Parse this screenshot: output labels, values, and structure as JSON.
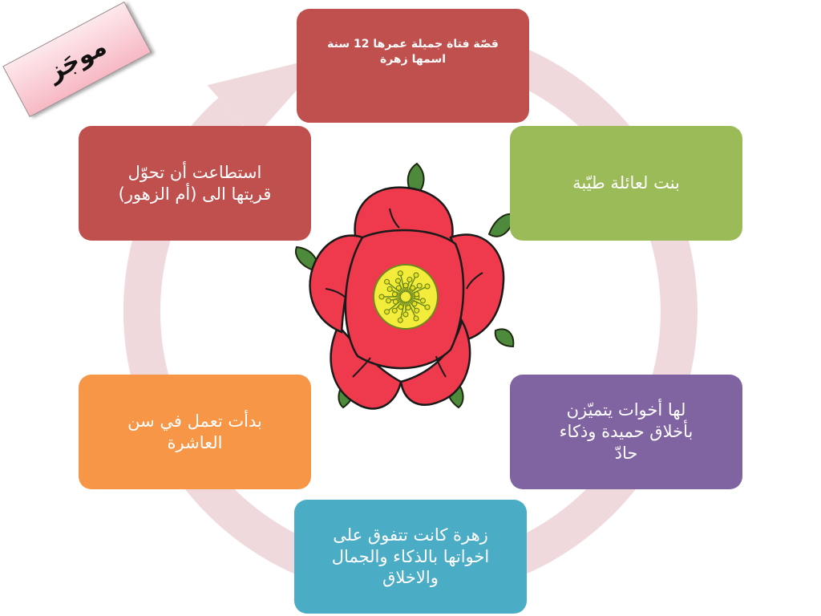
{
  "title": "موجَز",
  "colors": {
    "ring": "#efd9dc",
    "petal": "#ee3a4c",
    "center": "#f3ec3a",
    "leaf": "#4d8a3c"
  },
  "nodes": [
    {
      "text": "قصّة فتاة جميلة عمرها 12 سنة\nاسمها زهرة",
      "color": "#c0504d"
    },
    {
      "text": "بنت لعائلة طيّبة",
      "color": "#9bbb59"
    },
    {
      "text": "لها أخوات يتميّزن\nبأخلاق حميدة وذكاء\nحادّ",
      "color": "#8064a2"
    },
    {
      "text": "زهرة كانت تتفوق على\nاخواتها بالذكاء والجمال\nوالاخلاق",
      "color": "#4bacc6"
    },
    {
      "text": "بدأت تعمل في سن\nالعاشرة",
      "color": "#f79646"
    },
    {
      "text": "استطاعت أن تحوّل\nقريتها الى (أم الزهور)",
      "color": "#c0504d"
    }
  ]
}
